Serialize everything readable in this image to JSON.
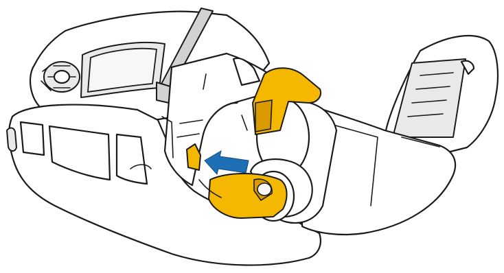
{
  "colors": {
    "outline": "#1a1a1a",
    "body_light": "#f4f4f4",
    "body_shade": "#e4e4e4",
    "holder_yellow": "#f5b800",
    "holder_yellow_dark": "#d99a00",
    "arrow_blue": "#1f6fb5",
    "latch_bar": "#9a9a9a"
  },
  "parts": {
    "printer_body": "mobile-printer-body",
    "display": "lcd-screen",
    "keypad": "directional-keypad",
    "media_cover": "open-media-cover",
    "media_roll": "paper-roll",
    "roll_holders": "yellow-roll-holders",
    "latch": "media-cover-latch"
  },
  "annotations": {
    "arrow_direction": "left",
    "arrow_meaning": "push-roll-holder"
  }
}
